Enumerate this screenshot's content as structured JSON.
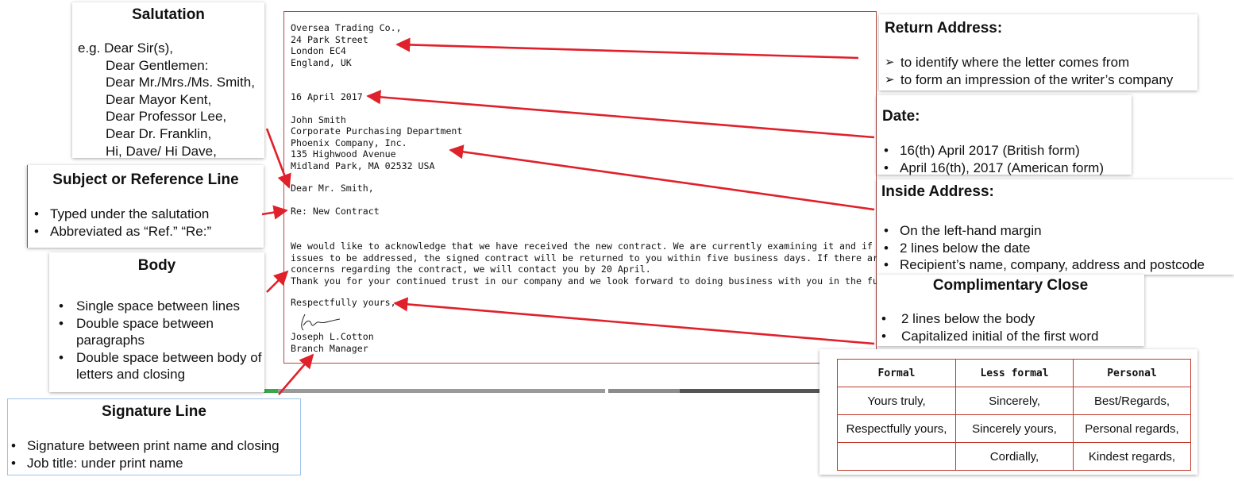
{
  "letter": {
    "return_address": [
      "Oversea Trading Co.,",
      "24 Park Street",
      "London EC4",
      "England, UK"
    ],
    "date": "16 April 2017",
    "inside_address": [
      "John Smith",
      "Corporate Purchasing Department",
      "Phoenix Company, Inc.",
      "135 Highwood Avenue",
      "Midland Park, MA 02532 USA"
    ],
    "salutation": "Dear Mr. Smith,",
    "subject": "Re: New Contract",
    "body": [
      "We would like to acknowledge that we have received the new contract. We are currently examining it and if there are no",
      "issues to be addressed, the signed contract will be returned to you within five business days. If there are any further",
      "concerns regarding the contract, we will contact you by 20 April.",
      "Thank you for your continued trust in our company and we look forward to doing business with you in the future."
    ],
    "close": "Respectfully yours,",
    "print_name": "Joseph L.Cotton",
    "job_title": "Branch Manager"
  },
  "salutation_box": {
    "title": "Salutation",
    "lines": [
      "e.g. Dear Sir(s),",
      "Dear Gentlemen:",
      "Dear Mr./Mrs./Ms. Smith,",
      "Dear Mayor Kent,",
      "Dear Professor Lee,",
      "Dear Dr. Franklin,",
      "Hi, Dave/ Hi Dave,"
    ]
  },
  "subject_box": {
    "title": "Subject or Reference Line",
    "items": [
      "Typed under the salutation",
      "Abbreviated as “Ref.” “Re:”"
    ]
  },
  "body_box": {
    "title": "Body",
    "items": [
      "Single space between lines",
      "Double space between paragraphs",
      "Double space between body of letters and closing"
    ]
  },
  "signature_box": {
    "title": "Signature Line",
    "items": [
      "Signature between print name and closing",
      "Job title: under print name"
    ]
  },
  "return_box": {
    "title": "Return Address:",
    "items": [
      "to identify where the letter comes from",
      "to form an impression of the writer’s company"
    ]
  },
  "date_box": {
    "title": "Date:",
    "items": [
      "16(th) April 2017 (British form)",
      "April 16(th), 2017 (American form)"
    ]
  },
  "inside_box": {
    "title": "Inside Address:",
    "items": [
      "On the left-hand margin",
      "2 lines below the date",
      "Recipient’s name, company, address and postcode"
    ]
  },
  "close_box": {
    "title": "Complimentary Close",
    "items": [
      "2 lines below the body",
      "Capitalized initial of the first word"
    ]
  },
  "close_table": {
    "headers": [
      "Formal",
      "Less formal",
      "Personal"
    ],
    "rows": [
      [
        "Yours truly,",
        "Sincerely,",
        "Best/Regards,"
      ],
      [
        "Respectfully yours,",
        "Sincerely yours,",
        "Personal regards,"
      ],
      [
        "",
        "Cordially,",
        "Kindest regards,"
      ]
    ]
  },
  "colors": {
    "arrow": "#e0202a",
    "letter_border": "#b4463d",
    "table_border": "#c0392b",
    "signature_box_border": "#9cc3e6"
  }
}
